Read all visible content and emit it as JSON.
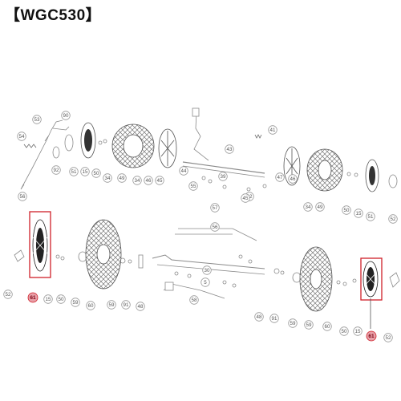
{
  "title": "【WGC530】",
  "colors": {
    "line": "#8a8a8a",
    "dark": "#1a1a1a",
    "highlight": "#d0202a",
    "highlight_fill": "#e8a0a8"
  },
  "labels": {
    "top": [
      "90",
      "53",
      "54",
      "92",
      "51",
      "15",
      "50",
      "34",
      "49",
      "34",
      "46",
      "45",
      "56",
      "55",
      "41",
      "43",
      "44",
      "39",
      "42",
      "45",
      "47",
      "46",
      "34",
      "49",
      "50",
      "15",
      "51",
      "52"
    ],
    "bottom_left": [
      "61",
      "15",
      "50",
      "59",
      "60",
      "59",
      "91",
      "48",
      "52"
    ],
    "bottom_middle": [
      "57",
      "56",
      "30",
      "5",
      "58"
    ],
    "bottom_right": [
      "48",
      "91",
      "59",
      "60",
      "59",
      "50",
      "15",
      "61",
      "52"
    ]
  },
  "highlighted_part": "61"
}
